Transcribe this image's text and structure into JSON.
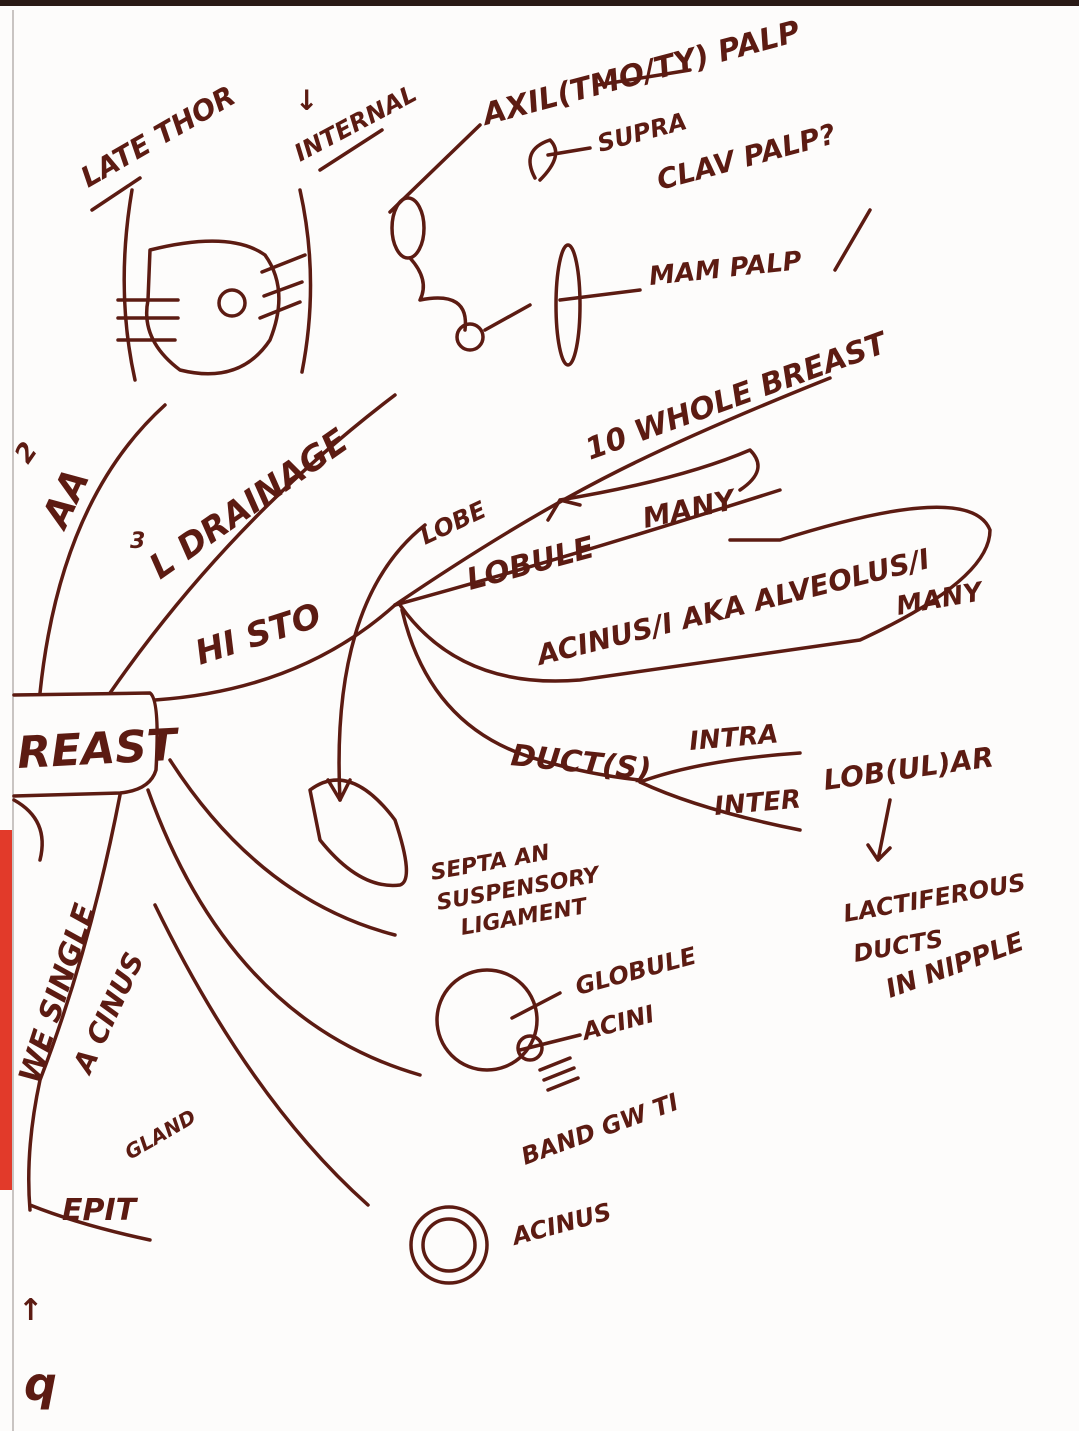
{
  "image_id": 60,
  "ink_color": "#5c1b12",
  "central_node": "REAST",
  "branches": {
    "aa": {
      "label": "AA",
      "number": "2"
    },
    "drainage": {
      "label": "L DRAINAGE",
      "number": "3"
    },
    "histo": {
      "label": "HI STO"
    }
  },
  "vessels": {
    "lat_thor": "LATE THOR",
    "internal": "INTERNAL",
    "axil": "AXIL(TMO/TY) PALP",
    "supra_1": "SUPRA",
    "supra_2": "CLAV PALP?",
    "mam_palp": "MAM PALP"
  },
  "histo_terms": {
    "whole_breast": "10 WHOLE BREAST",
    "lobe": "LOBE",
    "lobule": "LOBULE",
    "many_1": "MANY",
    "acinus": "ACINUS/I AKA ALVEOLUS/I",
    "many_2": "MANY",
    "ducts": "DUCT(S)",
    "intra": "INTRA",
    "inter": "INTER",
    "lobular": "LOB(UL)AR",
    "lactiferous_1": "LACTIFEROUS",
    "lactiferous_2": "DUCTS",
    "lactiferous_3": "IN NIPPLE",
    "septa_1": "SEPTA AN",
    "septa_2": "SUSPENSORY",
    "septa_3": "LIGAMENT",
    "globule": "GLOBULE",
    "acini": "ACINI",
    "band": "BAND GW TI",
    "acinus_small": "ACINUS"
  },
  "lower_left": {
    "one_single": "WE SINGLE",
    "acinus": "A CINUS",
    "gland": "GLAND",
    "epit": "EPIT"
  }
}
